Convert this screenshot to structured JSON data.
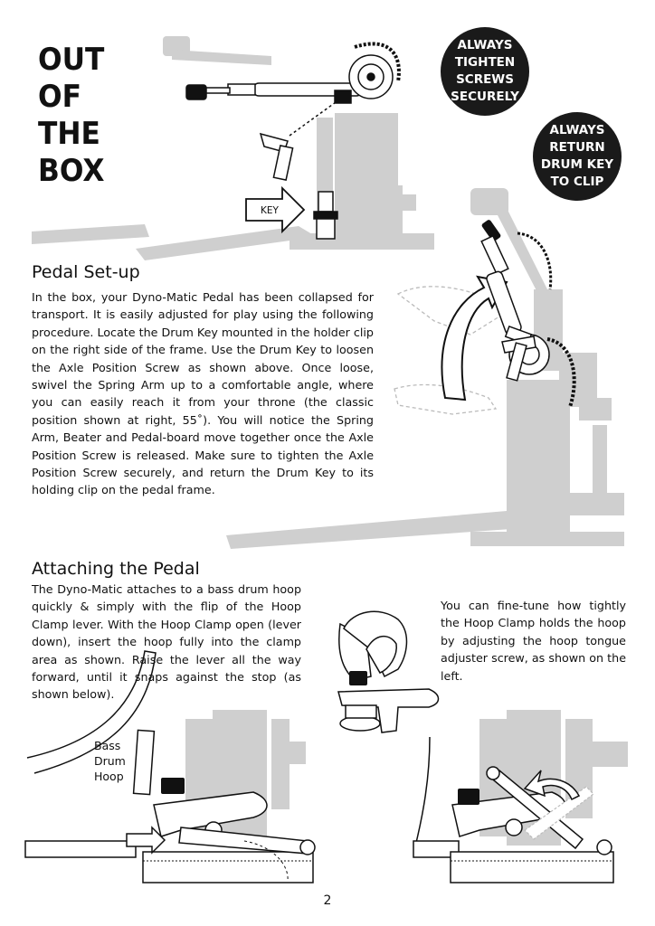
{
  "title_lines": [
    "OUT",
    "OF",
    "THE",
    "BOX"
  ],
  "badge_tighten": [
    "ALWAYS",
    "TIGHTEN",
    "SCREWS",
    "SECURELY"
  ],
  "badge_return": [
    "ALWAYS",
    "RETURN",
    "DRUM KEY",
    "TO CLIP"
  ],
  "key_arrow_label": "KEY",
  "pedal_setup": {
    "heading": "Pedal Set-up",
    "body": "In the box, your Dyno-Matic Pedal has been collapsed for transport. It is easily adjusted for play using the following procedure. Locate the Drum Key mounted in the holder clip on the right side of the frame. Use the Drum Key to loosen the Axle Position Screw as shown above. Once loose, swivel the Spring Arm up to a comfortable angle, where you can easily reach it from your throne (the classic position shown at right, 55˚). You will notice the Spring Arm, Beater and Pedal-board move together once the Axle Position Screw is released. Make sure to tighten the Axle Position Screw securely, and return the Drum Key to its holding clip on the pedal frame."
  },
  "attaching": {
    "heading": "Attaching the Pedal",
    "body": "The Dyno-Matic attaches to a bass drum hoop quickly & simply with the flip of the Hoop Clamp lever. With the Hoop Clamp open (lever down), insert the hoop fully into the clamp area as shown. Raise the lever all the way forward, until it snaps against the stop (as shown below).",
    "fine_tune": "You can fine-tune how tightly the Hoop Clamp holds the hoop by adjusting the hoop tongue adjuster screw, as shown on the left."
  },
  "hoop_label": [
    "Bass",
    "Drum",
    "Hoop"
  ],
  "page_number": "2",
  "colors": {
    "ink": "#111111",
    "pedal_gray": "#cfcfcf",
    "badge": "#1a1a1a"
  }
}
